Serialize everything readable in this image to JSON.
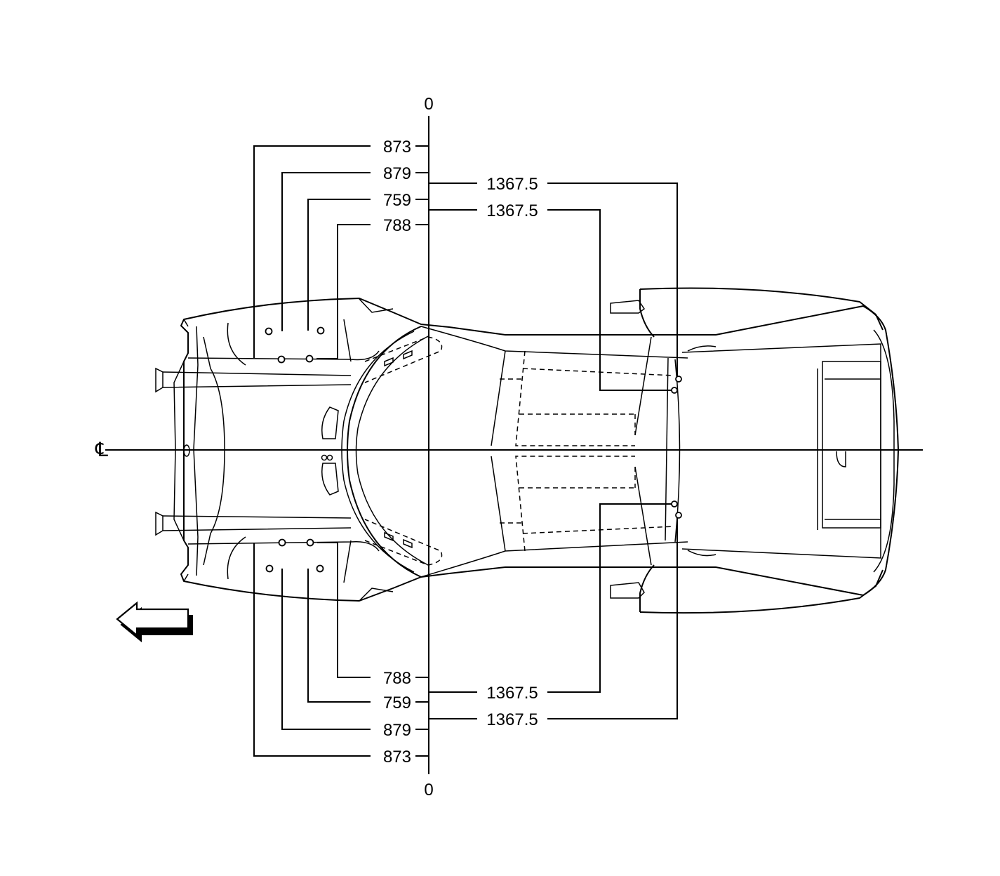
{
  "diagram": {
    "centerline_symbol": "℄",
    "datum_top": "0",
    "datum_bottom": "0",
    "left_top": [
      "873",
      "879",
      "759",
      "788"
    ],
    "left_bottom": [
      "788",
      "759",
      "879",
      "873"
    ],
    "right_top": [
      "1367.5",
      "1367.5"
    ],
    "right_bottom": [
      "1367.5",
      "1367.5"
    ],
    "front_direction_icon": "arrow-left-icon"
  }
}
